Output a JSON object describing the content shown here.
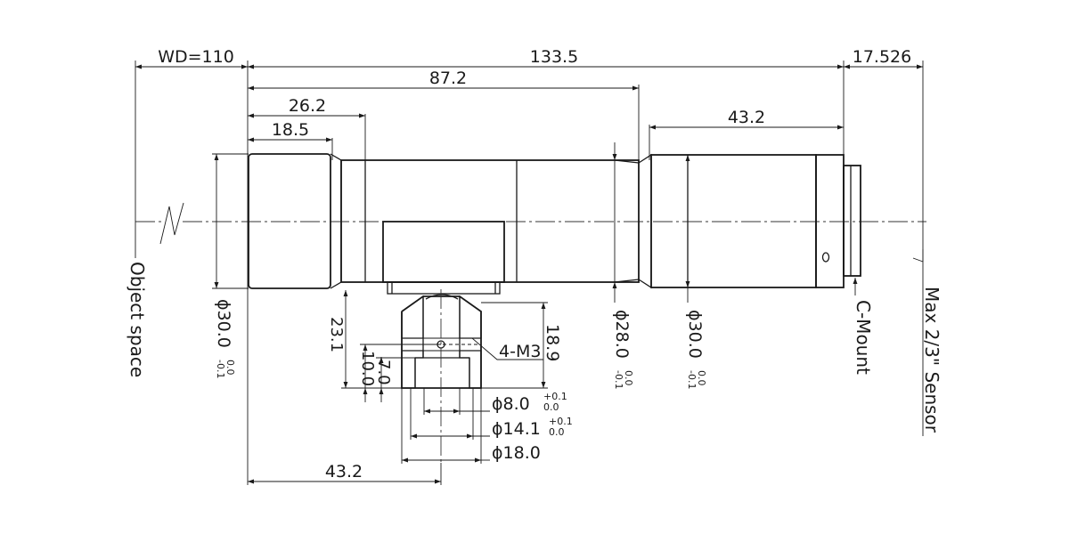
{
  "dimensions": {
    "working_distance": "WD=110",
    "overall_length": "133.5",
    "back_focus": "17.526",
    "length_to_step": "87.2",
    "length_to_body_end": "26.2",
    "front_barrel_length": "18.5",
    "rear_barrel_length": "43.2",
    "mount_position": "43.2",
    "front_diameter": "ϕ30.0",
    "front_diameter_tol_upper": "0.0",
    "front_diameter_tol_lower": "-0.1",
    "mid_diameter": "ϕ28.0",
    "mid_diameter_tol_upper": "0.0",
    "mid_diameter_tol_lower": "-0.1",
    "rear_diameter": "ϕ30.0",
    "rear_diameter_tol_upper": "0.0",
    "rear_diameter_tol_lower": "-0.1",
    "mount_height_total": "23.1",
    "mount_height_a": "10.0",
    "mount_height_b": "7.0",
    "mount_height_right": "18.9",
    "thread_spec": "4-M3",
    "bore_small": "ϕ8.0",
    "bore_small_tol_upper": "+0.1",
    "bore_small_tol_lower": "0.0",
    "bore_mid": "ϕ14.1",
    "bore_mid_tol_upper": "+0.1",
    "bore_mid_tol_lower": "0.0",
    "bore_large": "ϕ18.0"
  },
  "labels": {
    "object_space": "Object space",
    "c_mount": "C-Mount",
    "sensor": "Max 2/3\" Sensor"
  }
}
